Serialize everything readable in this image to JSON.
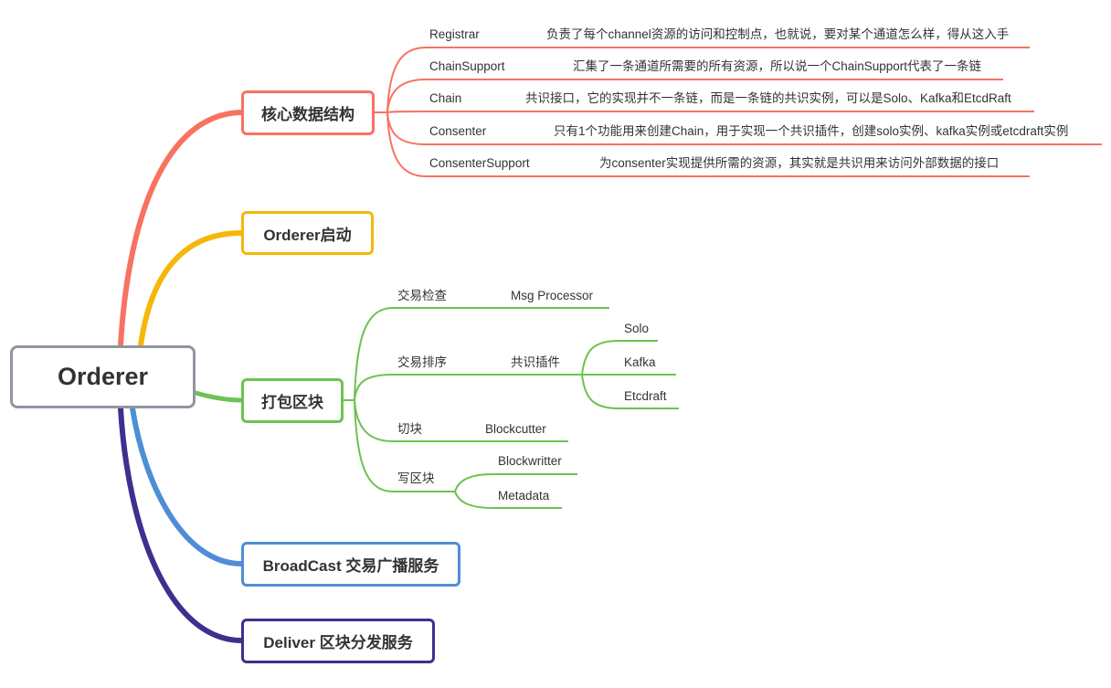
{
  "colors": {
    "core": "#f87262",
    "startup": "#f5b70a",
    "pack": "#6cc350",
    "broadcast": "#4f8ed6",
    "deliver": "#3f2f8e",
    "root_border": "#8e96a0"
  },
  "root": {
    "label": "Orderer"
  },
  "branches": {
    "core": {
      "label": "核心数据结构",
      "items": [
        {
          "name": "Registrar",
          "desc": "负责了每个channel资源的访问和控制点，也就说，要对某个通道怎么样，得从这入手"
        },
        {
          "name": "ChainSupport",
          "desc": "汇集了一条通道所需要的所有资源，所以说一个ChainSupport代表了一条链"
        },
        {
          "name": "Chain",
          "desc": "共识接口，它的实现并不一条链，而是一条链的共识实例，可以是Solo、Kafka和EtcdRaft"
        },
        {
          "name": "Consenter",
          "desc": "只有1个功能用来创建Chain，用于实现一个共识插件，创建solo实例、kafka实例或etcdraft实例"
        },
        {
          "name": "ConsenterSupport",
          "desc": "为consenter实现提供所需的资源，其实就是共识用来访问外部数据的接口"
        }
      ]
    },
    "startup": {
      "label": "Orderer启动"
    },
    "pack": {
      "label": "打包区块",
      "check": {
        "label": "交易检查",
        "child": "Msg Processor"
      },
      "sort": {
        "label": "交易排序",
        "child": "共识插件",
        "plugins": [
          "Solo",
          "Kafka",
          "Etcdraft"
        ]
      },
      "cut": {
        "label": "切块",
        "child": "Blockcutter"
      },
      "write": {
        "label": "写区块",
        "children": [
          "Blockwritter",
          "Metadata"
        ]
      }
    },
    "broadcast": {
      "label": "BroadCast 交易广播服务"
    },
    "deliver": {
      "label": "Deliver 区块分发服务"
    }
  }
}
